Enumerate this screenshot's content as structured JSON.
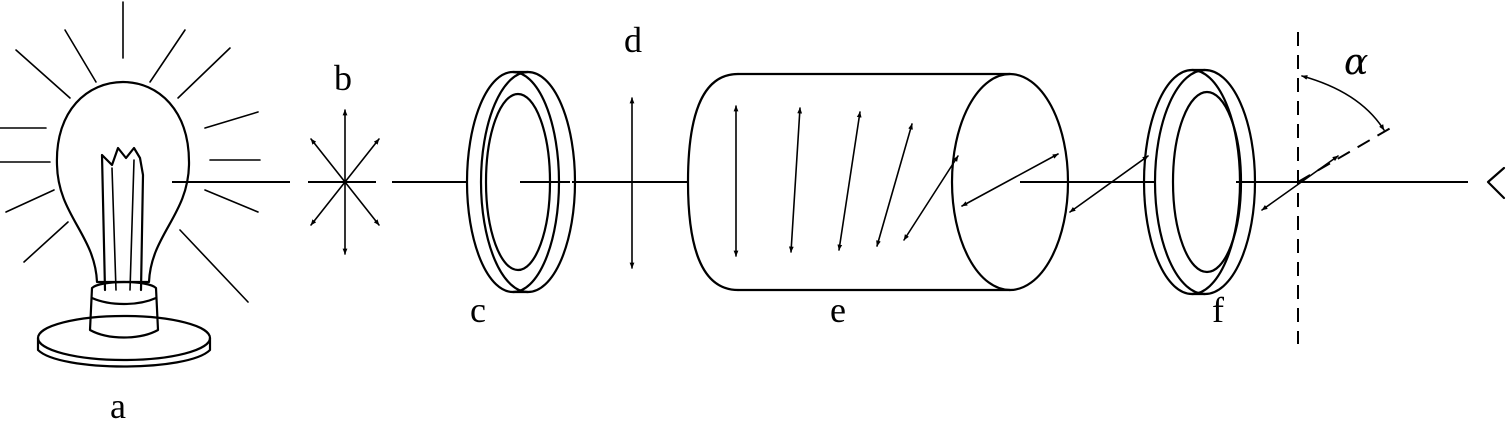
{
  "labels": {
    "a": "a",
    "b": "b",
    "c": "c",
    "d": "d",
    "e": "e",
    "f": "f",
    "angle": "α"
  },
  "icons": {
    "source": "light-bulb-icon",
    "eye": "eye-icon"
  }
}
